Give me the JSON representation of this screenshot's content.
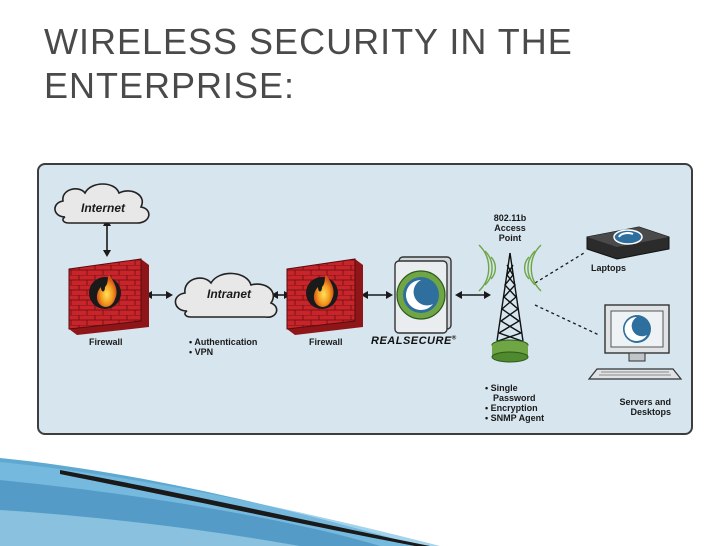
{
  "slide": {
    "title_line1": "WIRELESS SECURITY IN THE",
    "title_line2": "ENTERPRISE:"
  },
  "diagram": {
    "internet_label": "Internet",
    "intranet_label": "Intranet",
    "firewall_left_label": "Firewall",
    "firewall_right_label": "Firewall",
    "realsecure_logo": "REALSECURE",
    "realsecure_tm": "®",
    "access_point_label": [
      "802.11b",
      "Access",
      "Point"
    ],
    "laptops_label": "Laptops",
    "servers_label": [
      "Servers and",
      "Desktops"
    ],
    "intranet_bullets": [
      "• Authentication",
      "• VPN"
    ],
    "ap_bullets": [
      "• Single",
      "Password",
      "• Encryption",
      "• SNMP Agent"
    ]
  },
  "colors": {
    "title": "#4a4a4a",
    "panel_bg": "#d6e5ee",
    "firewall_red": "#c8252b",
    "flame_orange": "#f39a1e",
    "accent_blue": "#2f6f9e",
    "green": "#6fa544",
    "swoosh_blue": "#5ea9d2"
  }
}
